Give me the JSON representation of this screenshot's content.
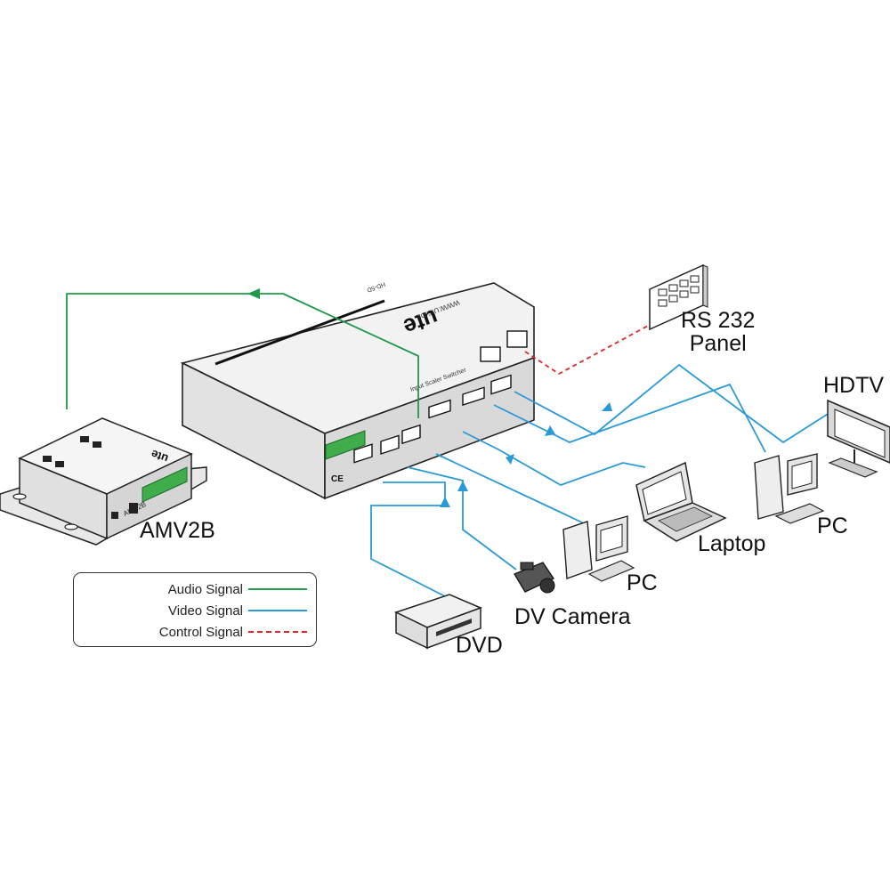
{
  "labels": {
    "amv2b": "AMV2B",
    "rs232_panel": "RS 232\nPanel",
    "hdtv": "HDTV",
    "pc_right": "PC",
    "laptop": "Laptop",
    "pc_center": "PC",
    "dv_camera": "DV Camera",
    "dvd": "DVD"
  },
  "legend": {
    "items": [
      {
        "label": "Audio Signal",
        "color": "#1e9a4a",
        "style": "solid"
      },
      {
        "label": "Video Signal",
        "color": "#2a9ad6",
        "style": "solid"
      },
      {
        "label": "Control Signal",
        "color": "#e0262b",
        "style": "dashed"
      }
    ]
  },
  "device_text": {
    "brand": "ute",
    "website": "WWW.UIS.DE",
    "model": "HD-5D",
    "product_line": "Input Scaler Switcher",
    "amv2b_brand": "ute",
    "amv2b_model": "AMV2B",
    "ce_mark": "CE"
  },
  "colors": {
    "audio": "#1e9a4a",
    "video": "#2a9ad6",
    "control": "#e0262b",
    "green_terminal": "#3fae4a"
  }
}
